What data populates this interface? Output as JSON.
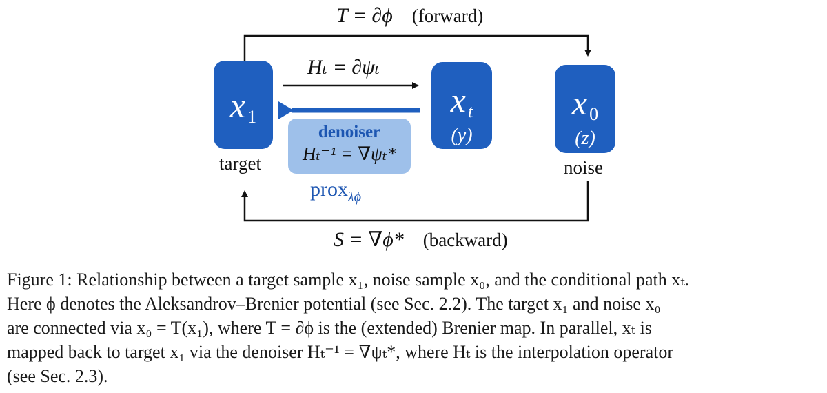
{
  "diagram": {
    "nodes": [
      {
        "id": "x1",
        "symbol": "x",
        "subscript": "1",
        "paren": "",
        "label": "target"
      },
      {
        "id": "xt",
        "symbol": "x",
        "subscript": "t",
        "paren": "(y)",
        "label": ""
      },
      {
        "id": "x0",
        "symbol": "x",
        "subscript": "0",
        "paren": "(z)",
        "label": "noise"
      }
    ],
    "edges": {
      "forward": {
        "equation": "T = ∂ϕ",
        "note": "(forward)"
      },
      "backward": {
        "equation": "S = ∇ϕ*",
        "note": "(backward)"
      },
      "interpolation": {
        "equation": "Hₜ = ∂ψₜ"
      },
      "denoiser": {
        "title": "denoiser",
        "equation": "Hₜ⁻¹ = ∇ψₜ*",
        "prox": "prox",
        "prox_sub": "λϕ"
      }
    },
    "colors": {
      "node": "#1f5fbf",
      "denoiser_box": "#9ec0ea",
      "accent_text": "#1d56b2"
    }
  },
  "caption": {
    "lines": [
      "Figure 1: Relationship between a target sample x₁, noise sample x₀, and the conditional path xₜ.",
      "Here ϕ denotes the Aleksandrov–Brenier potential (see Sec. 2.2). The target x₁ and noise x₀",
      "are connected via x₀ = T(x₁), where T = ∂ϕ is the (extended) Brenier map. In parallel, xₜ is",
      "mapped back to target x₁ via the denoiser Hₜ⁻¹ = ∇ψₜ*, where Hₜ is the interpolation operator",
      "(see Sec. 2.3)."
    ]
  }
}
